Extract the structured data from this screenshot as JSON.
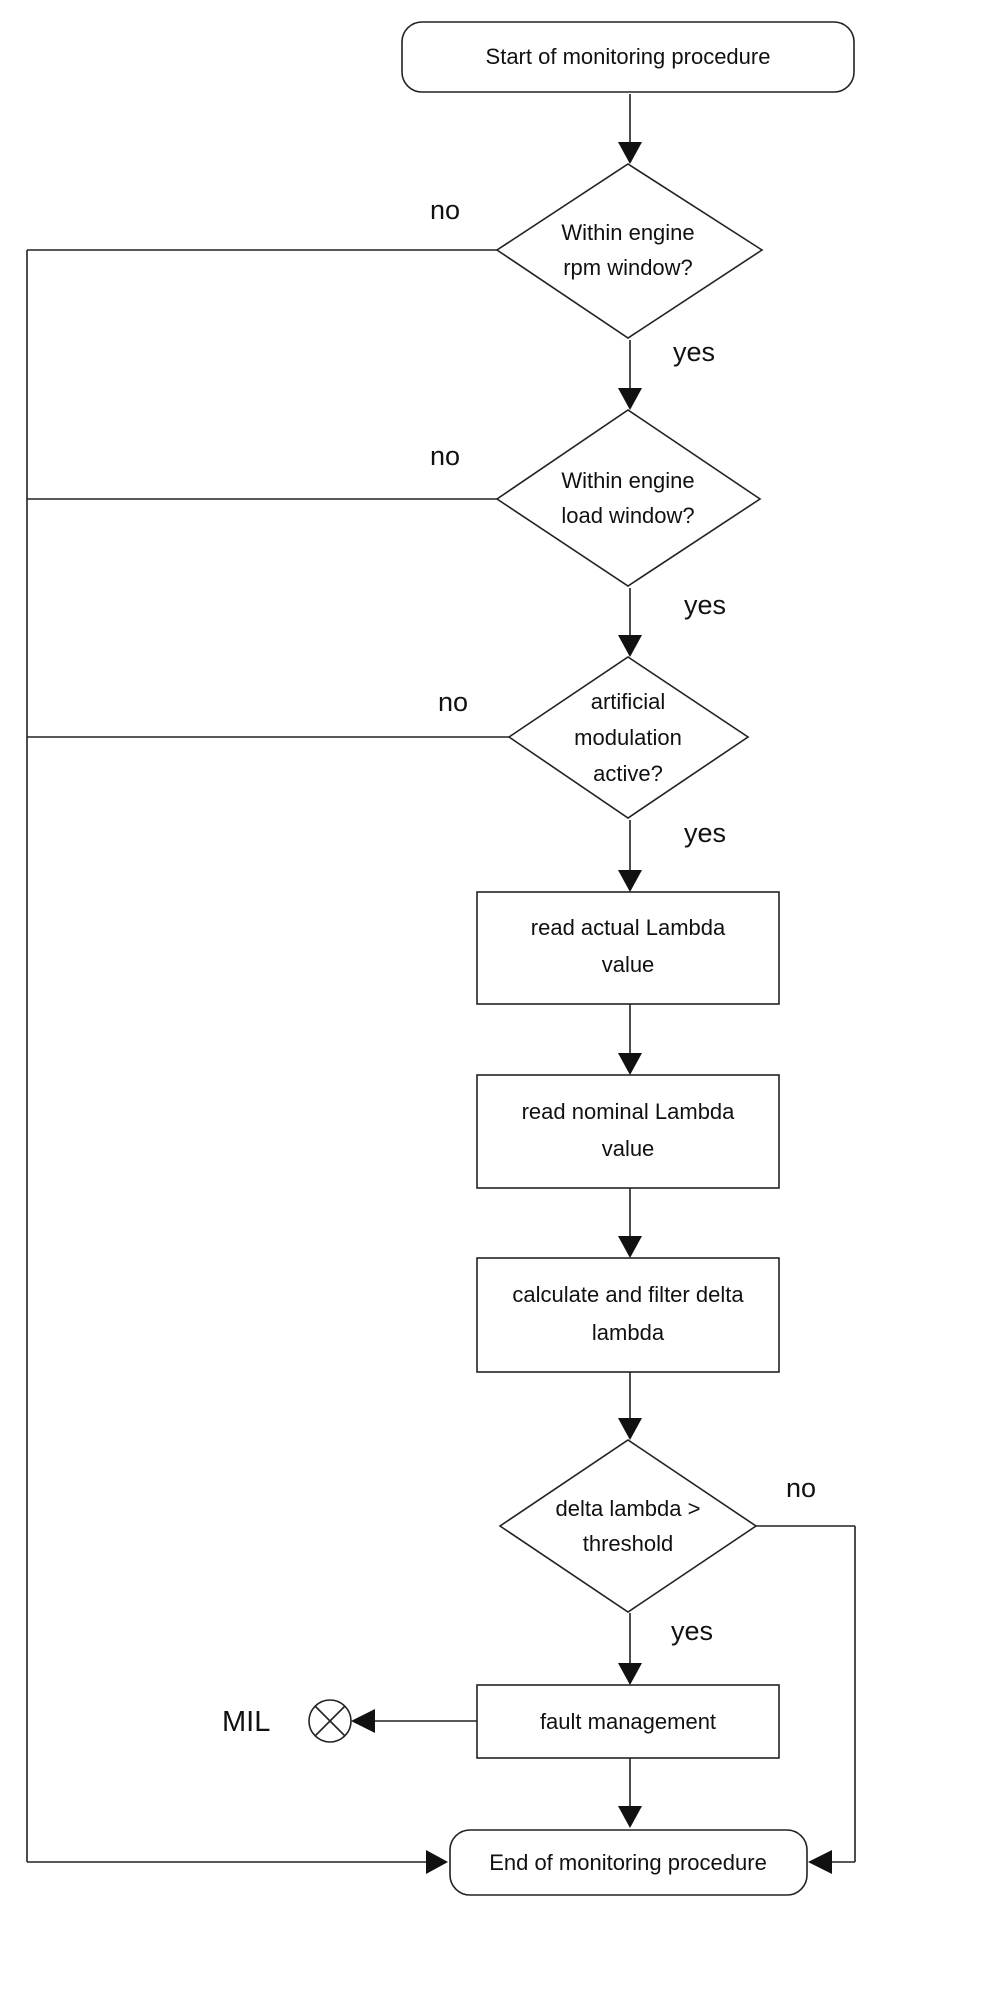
{
  "nodes": {
    "start": {
      "label": "Start of monitoring procedure"
    },
    "rpm": {
      "line1": "Within engine",
      "line2": "rpm window?"
    },
    "load": {
      "line1": "Within engine",
      "line2": "load window?"
    },
    "modulation": {
      "line1": "artificial",
      "line2": "modulation",
      "line3": "active?"
    },
    "read_actual": {
      "line1": "read actual Lambda",
      "line2": "value"
    },
    "read_nominal": {
      "line1": "read nominal Lambda",
      "line2": "value"
    },
    "calc": {
      "line1": "calculate and filter delta",
      "line2": "lambda"
    },
    "threshold": {
      "line1": "delta lambda >",
      "line2": "threshold"
    },
    "fault": {
      "label": "fault management"
    },
    "end": {
      "label": "End of monitoring procedure"
    },
    "mil": {
      "label": "MIL"
    }
  },
  "branches": {
    "rpm_no": "no",
    "rpm_yes": "yes",
    "load_no": "no",
    "load_yes": "yes",
    "mod_no": "no",
    "mod_yes": "yes",
    "threshold_no": "no",
    "threshold_yes": "yes"
  }
}
